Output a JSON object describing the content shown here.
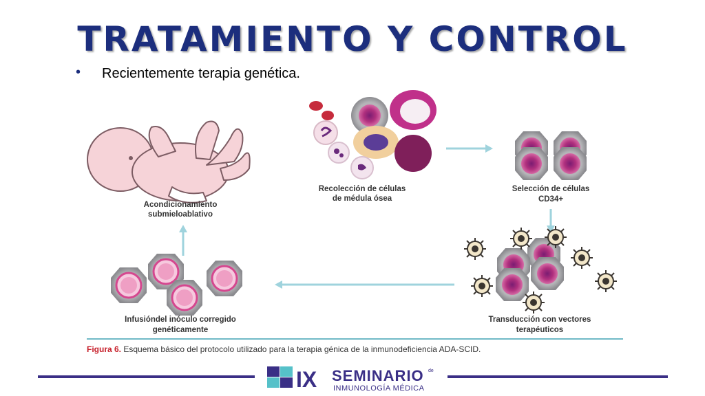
{
  "slide": {
    "title": "TRATAMIENTO Y CONTROL",
    "bullet": "Recientemente terapia genética."
  },
  "figure": {
    "labels": {
      "harvest": [
        "Recolección de células",
        "de médula ósea"
      ],
      "selection": [
        "Selección de células",
        "CD34+"
      ],
      "conditioning": [
        "Acondicionamiento",
        "submieloablativo"
      ],
      "infusion": [
        "Infusióndel inóculo corregido",
        "genéticamente"
      ],
      "transduction": [
        "Transducción con vectores",
        "terapéuticos"
      ]
    },
    "caption_prefix": "Figura 6.",
    "caption_text": "Esquema básico del protocolo utilizado para la terapia génica de la inmunodeficiencia ADA-SCID."
  },
  "footer": {
    "numeral": "IX",
    "name": "SEMINARIO",
    "de": "de",
    "subtitle": "INMUNOLOGÍA MÉDICA"
  },
  "colors": {
    "title": "#1c2e7d",
    "arrow": "#9fd3dd",
    "rule": "#6fb9c6",
    "footer_bar": "#3a2f86"
  }
}
